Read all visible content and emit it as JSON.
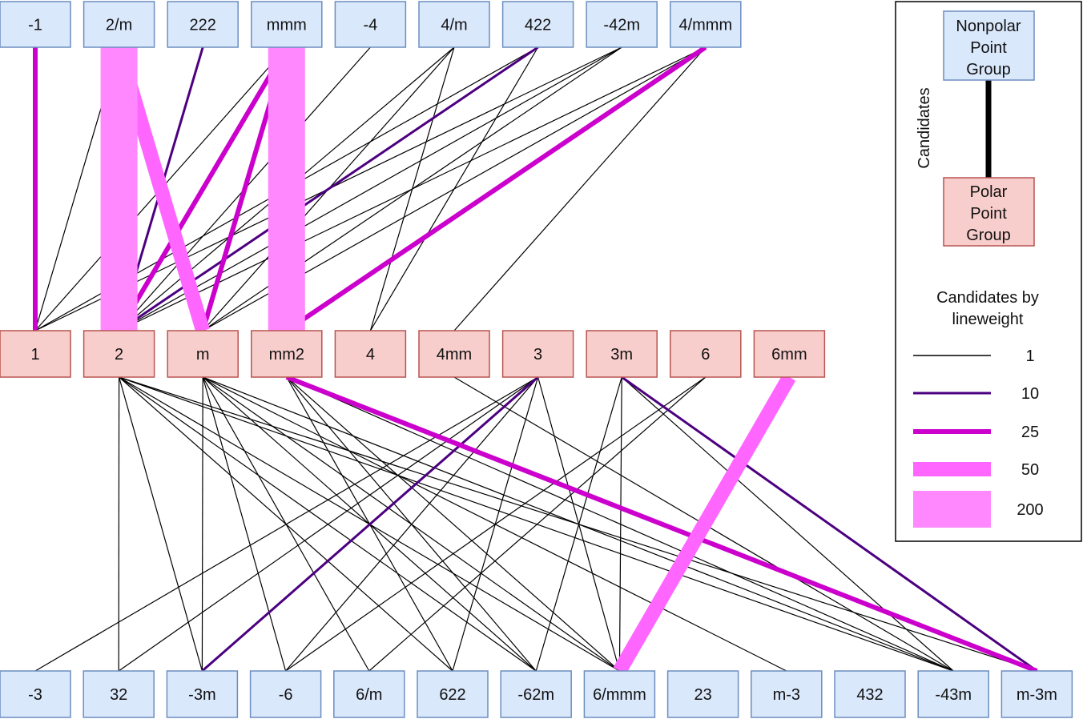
{
  "top_groups": [
    "-1",
    "2/m",
    "222",
    "mmm",
    "-4",
    "4/m",
    "422",
    "-42m",
    "4/mmm"
  ],
  "middle_groups": [
    "1",
    "2",
    "m",
    "mm2",
    "4",
    "4mm",
    "3",
    "3m",
    "6",
    "6mm"
  ],
  "bottom_groups": [
    "-3",
    "32",
    "-3m",
    "-6",
    "6/m",
    "622",
    "-62m",
    "6/mmm",
    "23",
    "m-3",
    "432",
    "-43m",
    "m-3m"
  ],
  "colors": {
    "nonpolar_fill": "#dae8fc",
    "nonpolar_stroke": "#6c8ebf",
    "polar_fill": "#f8cecc",
    "polar_stroke": "#b85450",
    "w1": "#000000",
    "w10": "#4c0080",
    "w25": "#cc00cc",
    "w50": "#ff66ff",
    "w200": "#ff88ff"
  },
  "legend": {
    "axis_label": "Candidates",
    "nonpolar": [
      "Nonpolar",
      "Point",
      "Group"
    ],
    "polar": [
      "Polar",
      "Point",
      "Group"
    ],
    "lineweight_title": [
      "Candidates by",
      "lineweight"
    ],
    "weights": [
      "1",
      "10",
      "25",
      "50",
      "200"
    ]
  },
  "links_upper": [
    [
      "-1",
      "1",
      25
    ],
    [
      "2/m",
      "2",
      200
    ],
    [
      "2/m",
      "m",
      50
    ],
    [
      "2/m",
      "1",
      1
    ],
    [
      "222",
      "2",
      10
    ],
    [
      "mmm",
      "mm2",
      200
    ],
    [
      "mmm",
      "2",
      25
    ],
    [
      "mmm",
      "m",
      25
    ],
    [
      "mmm",
      "1",
      1
    ],
    [
      "-4",
      "2",
      1
    ],
    [
      "4/m",
      "4",
      1
    ],
    [
      "4/m",
      "m",
      1
    ],
    [
      "4/m",
      "2",
      1
    ],
    [
      "422",
      "2",
      10
    ],
    [
      "422",
      "4",
      1
    ],
    [
      "422",
      "1",
      1
    ],
    [
      "-42m",
      "2",
      1
    ],
    [
      "-42m",
      "m",
      1
    ],
    [
      "-42m",
      "1",
      1
    ],
    [
      "4/mmm",
      "mm2",
      25
    ],
    [
      "4/mmm",
      "4mm",
      1
    ],
    [
      "4/mmm",
      "m",
      1
    ],
    [
      "4/mmm",
      "2",
      1
    ]
  ],
  "links_lower": [
    [
      "6mm",
      "6/mmm",
      50
    ],
    [
      "mm2",
      "m-3m",
      25
    ],
    [
      "3",
      "-3m",
      10
    ],
    [
      "3m",
      "m-3m",
      10
    ],
    [
      "2",
      "32",
      1
    ],
    [
      "2",
      "-3m",
      1
    ],
    [
      "2",
      "6/mmm",
      1
    ],
    [
      "2",
      "-43m",
      1
    ],
    [
      "2",
      "m-3m",
      1
    ],
    [
      "2",
      "622",
      1
    ],
    [
      "2",
      "-62m",
      1
    ],
    [
      "m",
      "-3m",
      1
    ],
    [
      "m",
      "-6",
      1
    ],
    [
      "m",
      "6/m",
      1
    ],
    [
      "m",
      "-62m",
      1
    ],
    [
      "m",
      "6/mmm",
      1
    ],
    [
      "m",
      "-43m",
      1
    ],
    [
      "m",
      "m-3",
      1
    ],
    [
      "mm2",
      "6/mmm",
      1
    ],
    [
      "mm2",
      "-43m",
      1
    ],
    [
      "mm2",
      "622",
      1
    ],
    [
      "mm2",
      "-62m",
      1
    ],
    [
      "4mm",
      "-43m",
      1
    ],
    [
      "3",
      "-3",
      1
    ],
    [
      "3",
      "32",
      1
    ],
    [
      "3",
      "-6",
      1
    ],
    [
      "3",
      "622",
      1
    ],
    [
      "3",
      "6/mmm",
      1
    ],
    [
      "3m",
      "-62m",
      1
    ],
    [
      "3m",
      "6/mmm",
      1
    ],
    [
      "3m",
      "-43m",
      1
    ],
    [
      "6",
      "6/m",
      1
    ],
    [
      "6",
      "-6",
      1
    ]
  ]
}
